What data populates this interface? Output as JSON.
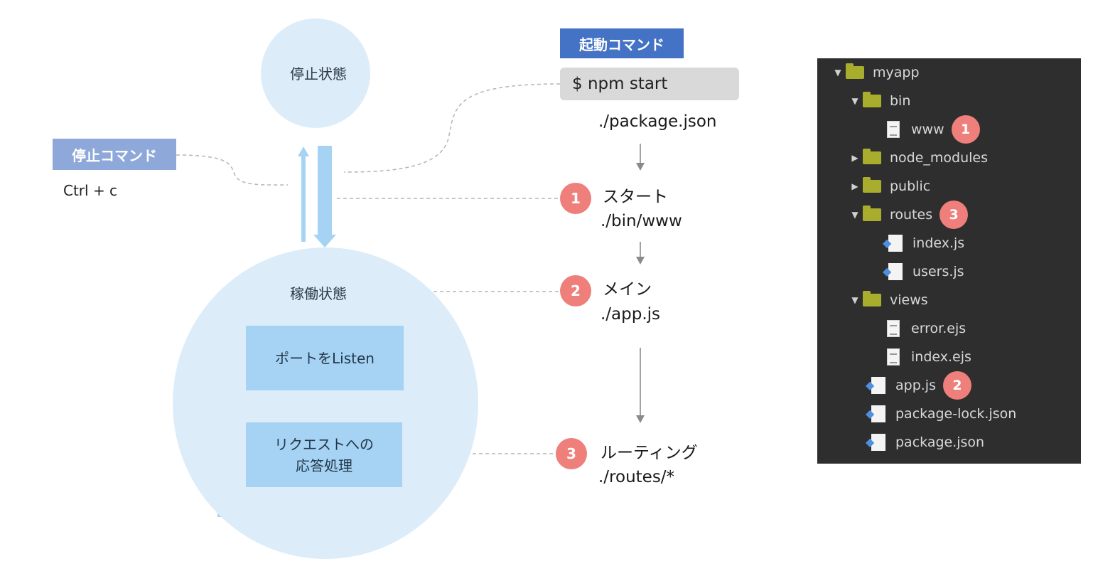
{
  "states": {
    "stopped": "停止状態",
    "running": "稼働状態"
  },
  "stop": {
    "tag": "停止コマンド",
    "keys": "Ctrl + c"
  },
  "start": {
    "tag": "起動コマンド",
    "command": "$ npm start",
    "file": "./package.json"
  },
  "steps": [
    {
      "num": "1",
      "title": "スタート",
      "file": "./bin/www"
    },
    {
      "num": "2",
      "title": "メイン",
      "file": "./app.js"
    },
    {
      "num": "3",
      "title": "ルーティング",
      "file": "./routes/*"
    }
  ],
  "process": {
    "listen": "ポートをListen",
    "respond_line1": "リクエストへの",
    "respond_line2": "応答処理"
  },
  "tree": [
    {
      "name": "myapp",
      "kind": "folder",
      "expanded": true
    },
    {
      "name": "bin",
      "kind": "folder",
      "expanded": true
    },
    {
      "name": "www",
      "kind": "file",
      "badge": "1"
    },
    {
      "name": "node_modules",
      "kind": "folder",
      "expanded": false
    },
    {
      "name": "public",
      "kind": "folder",
      "expanded": false
    },
    {
      "name": "routes",
      "kind": "folder",
      "expanded": true,
      "badge": "3"
    },
    {
      "name": "index.js",
      "kind": "js"
    },
    {
      "name": "users.js",
      "kind": "js"
    },
    {
      "name": "views",
      "kind": "folder",
      "expanded": true
    },
    {
      "name": "error.ejs",
      "kind": "file"
    },
    {
      "name": "index.ejs",
      "kind": "file"
    },
    {
      "name": "app.js",
      "kind": "js",
      "badge": "2"
    },
    {
      "name": "package-lock.json",
      "kind": "js"
    },
    {
      "name": "package.json",
      "kind": "js"
    }
  ],
  "colors": {
    "circle": "#dcedf9",
    "process_box": "#a6d3f3",
    "arrow": "#a6d3f3",
    "badge": "#ef7f7b",
    "stop_tag": "#8ea8d9",
    "start_tag": "#4472c4",
    "tree_bg": "#2e2e2e",
    "folder": "#a9ad2e"
  }
}
